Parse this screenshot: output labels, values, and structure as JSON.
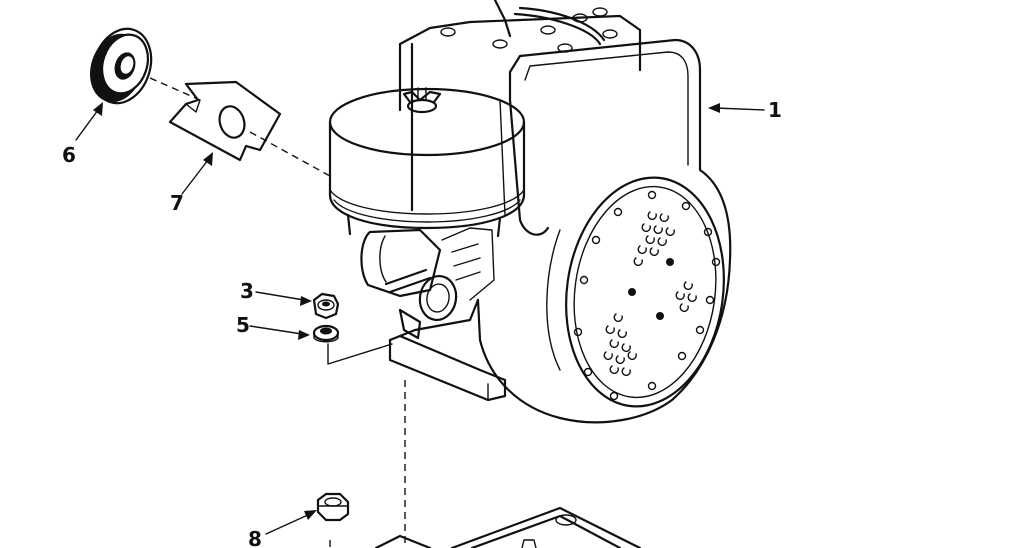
{
  "callouts": {
    "part_1": "1",
    "part_3": "3",
    "part_5": "5",
    "part_6": "6",
    "part_7": "7",
    "part_8": "8"
  },
  "colors": {
    "ink": "#111111",
    "background": "#ffffff"
  }
}
